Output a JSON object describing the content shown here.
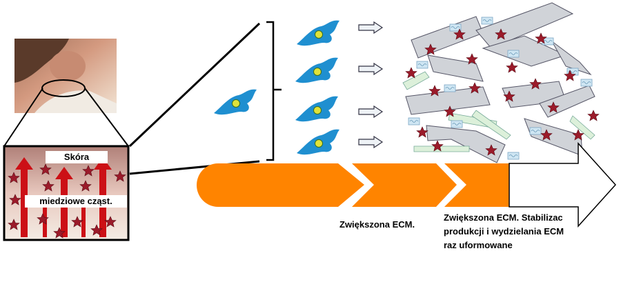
{
  "labels": {
    "skin": "Skóra",
    "copper": "miedziowe cząst.",
    "ecm_increase": "Zwiększona ECM.",
    "ecm_stabilize_lines": [
      "Zwiększona ECM. Stabilizac",
      "produkcji i wydzielania ECM",
      "raz uformowane"
    ]
  },
  "colors": {
    "cell": "#1f8fd0",
    "nucleus": "#dfe23a",
    "star": "#9b1b2a",
    "arrow_orange": "#ff8400",
    "fiber_gray": "#d0d3d8",
    "fiber_green": "#dcf0da",
    "granule_blue": "#cfe6f3",
    "red_arrow": "#cc1016"
  },
  "icons": [
    "face-photo",
    "magnifier-ellipse",
    "cell-icon",
    "outline-arrow-icon",
    "star-icon",
    "chevron-arrow"
  ]
}
